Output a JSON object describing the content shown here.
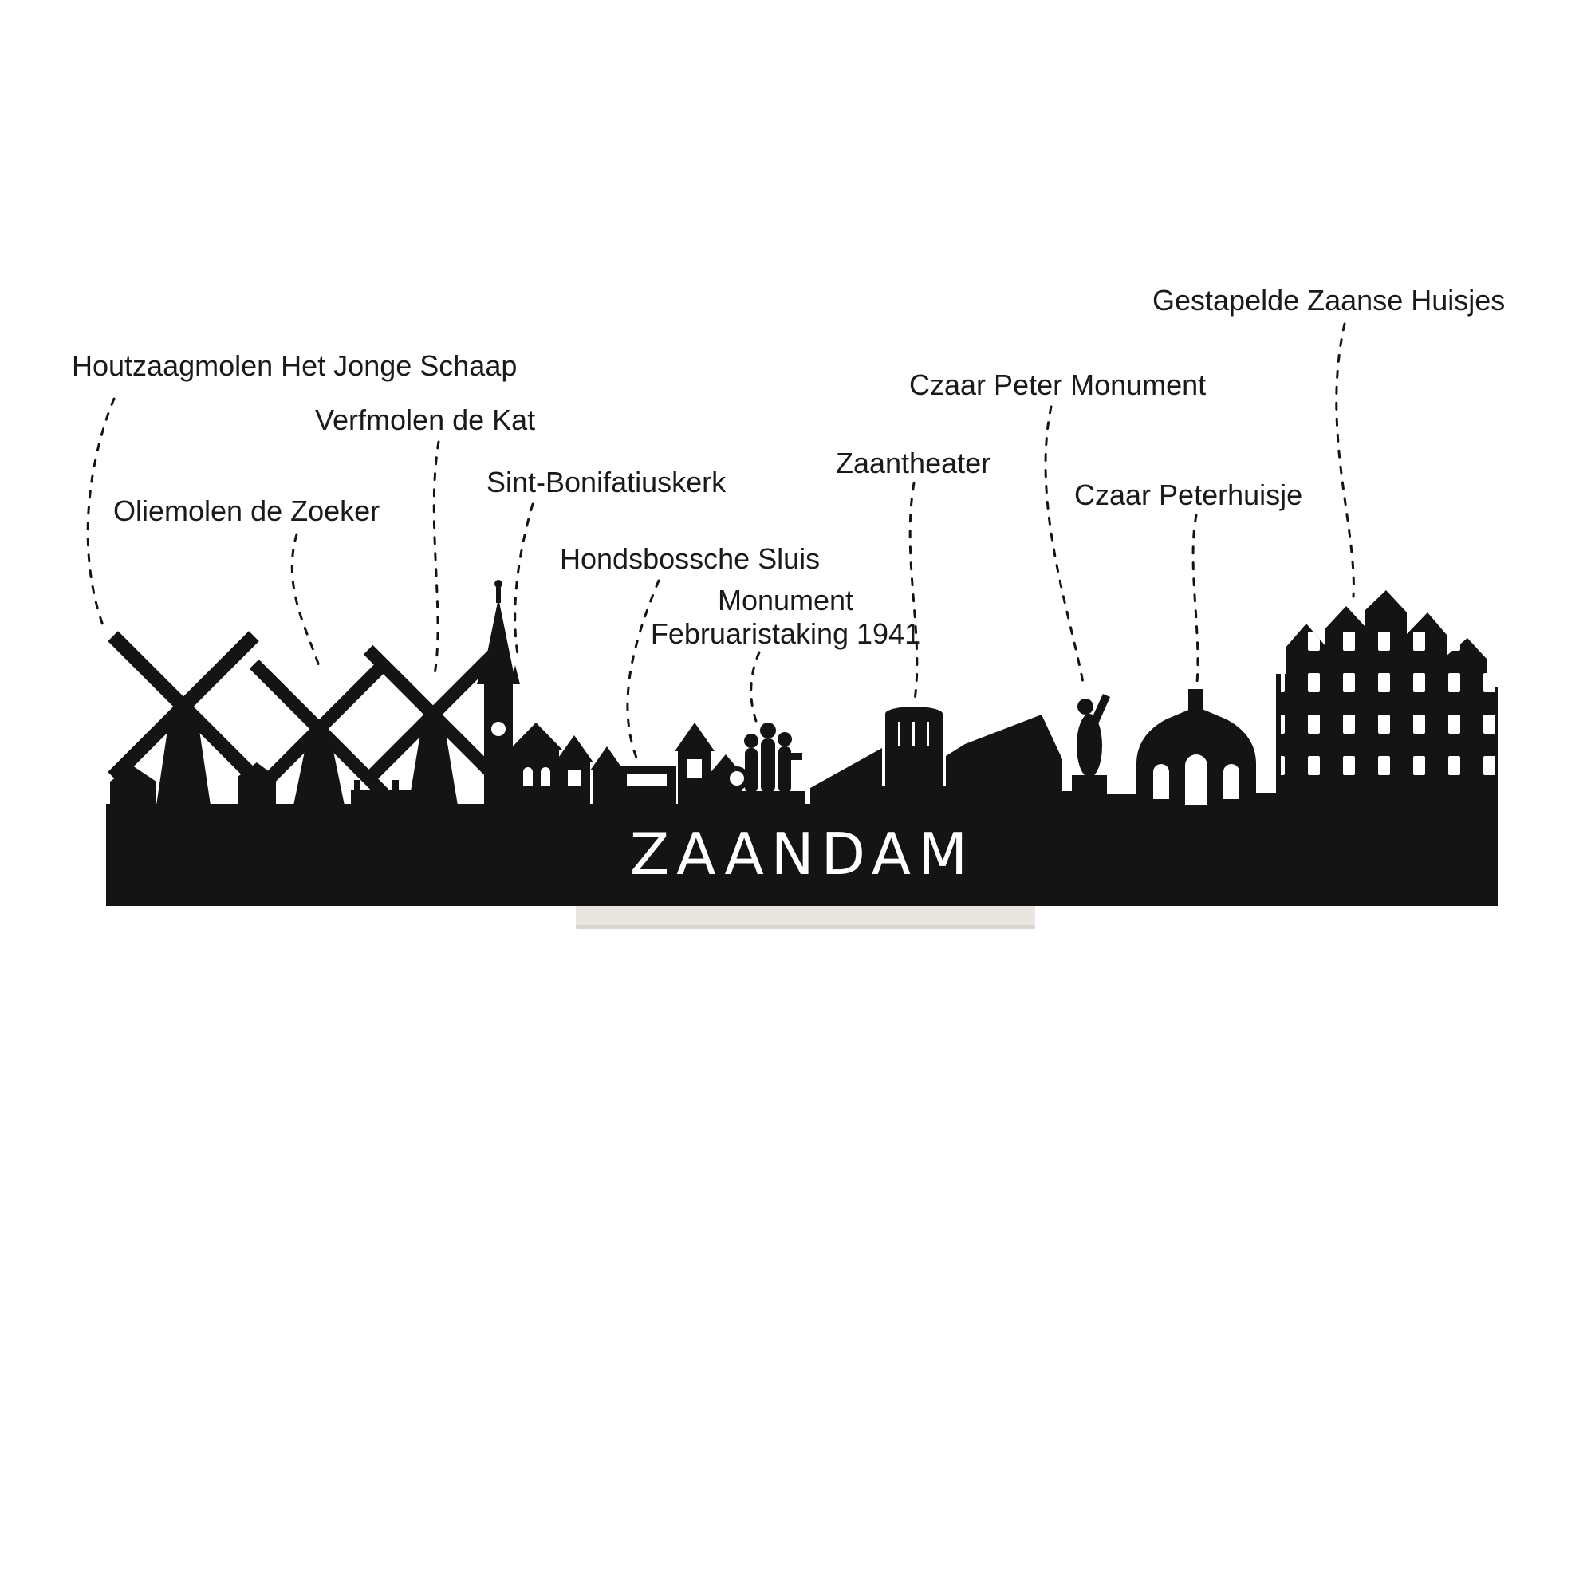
{
  "page": {
    "background": "#ffffff"
  },
  "colors": {
    "silhouette": "#141414",
    "cutout": "#ffffff",
    "line": "#141414",
    "label_text": "#1a1a1a",
    "stand": "#e9e6e2",
    "stand_edge": "#d8d4d0"
  },
  "skyline": {
    "city_name": "ZAANDAM"
  },
  "labels": [
    {
      "id": "gestapelde-zaanse-huisjes",
      "text": "Gestapelde Zaanse Huisjes"
    },
    {
      "id": "houtzaagmolen-het-jonge-schaap",
      "text": "Houtzaagmolen Het Jonge Schaap"
    },
    {
      "id": "verfmolen-de-kat",
      "text": "Verfmolen de Kat"
    },
    {
      "id": "oliemolen-de-zoeker",
      "text": "Oliemolen de Zoeker"
    },
    {
      "id": "sint-bonifatiuskerk",
      "text": "Sint-Bonifatiuskerk"
    },
    {
      "id": "hondsbossche-sluis",
      "text": "Hondsbossche Sluis"
    },
    {
      "id": "monument-februaristaking-1941",
      "text": "Monument",
      "text2": "Februaristaking 1941"
    },
    {
      "id": "zaantheater",
      "text": "Zaantheater"
    },
    {
      "id": "czaar-peter-monument",
      "text": "Czaar Peter Monument"
    },
    {
      "id": "czaar-peterhuisje",
      "text": "Czaar Peterhuisje"
    }
  ]
}
